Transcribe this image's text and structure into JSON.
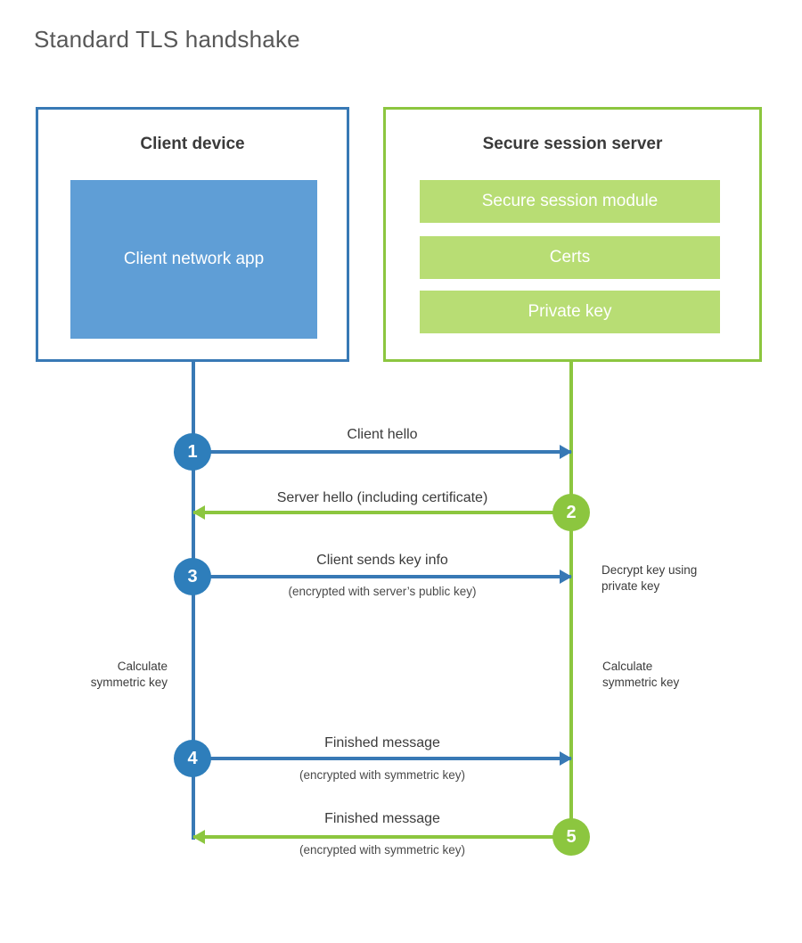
{
  "title": "Standard TLS handshake",
  "colors": {
    "client_border": "#3879b5",
    "client_block_fill": "#5f9ed6",
    "server_border": "#8cc63f",
    "server_block_fill": "#b8dd74",
    "blue_accent": "#2e7ebb",
    "green_accent": "#8cc63f",
    "title_text": "#585858",
    "body_text": "#3b3b3b",
    "background": "#ffffff"
  },
  "client": {
    "title": "Client device",
    "app_label": "Client network app"
  },
  "server": {
    "title": "Secure session server",
    "blocks": [
      {
        "label": "Secure session module"
      },
      {
        "label": "Certs"
      },
      {
        "label": "Private key"
      }
    ]
  },
  "steps": [
    {
      "number": "1",
      "label": "Client hello",
      "sublabel": "",
      "direction": "client-to-server",
      "color": "blue"
    },
    {
      "number": "2",
      "label": "Server hello (including certificate)",
      "sublabel": "",
      "direction": "server-to-client",
      "color": "green"
    },
    {
      "number": "3",
      "label": "Client sends key info",
      "sublabel": "(encrypted with server’s public key)",
      "direction": "client-to-server",
      "color": "blue"
    },
    {
      "number": "4",
      "label": "Finished message",
      "sublabel": "(encrypted with symmetric key)",
      "direction": "client-to-server",
      "color": "blue"
    },
    {
      "number": "5",
      "label": "Finished message",
      "sublabel": "(encrypted with symmetric key)",
      "direction": "server-to-client",
      "color": "green"
    }
  ],
  "notes": {
    "decrypt": "Decrypt key using\nprivate key",
    "calculate_client": "Calculate\nsymmetric key",
    "calculate_server": "Calculate\nsymmetric key"
  }
}
